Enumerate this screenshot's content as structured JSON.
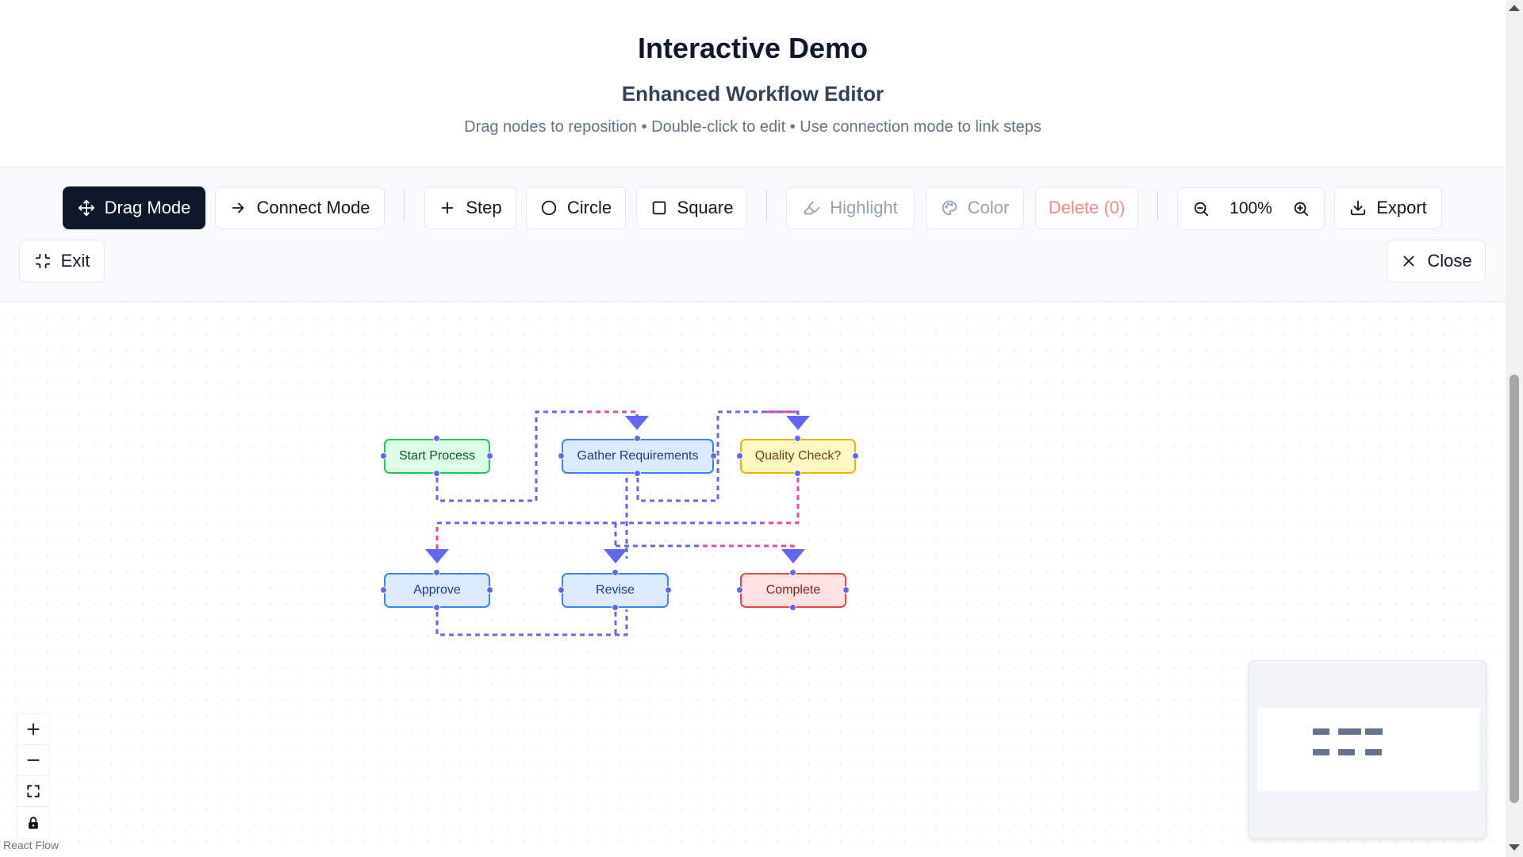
{
  "header": {
    "title": "Interactive Demo",
    "subtitle": "Enhanced Workflow Editor",
    "hint": "Drag nodes to reposition • Double-click to edit • Use connection mode to link steps"
  },
  "toolbar": {
    "drag_mode": "Drag Mode",
    "connect_mode": "Connect Mode",
    "step": "Step",
    "circle": "Circle",
    "square": "Square",
    "highlight": "Highlight",
    "color": "Color",
    "delete": "Delete (0)",
    "zoom_level": "100%",
    "export": "Export",
    "exit": "Exit",
    "close": "Close"
  },
  "nodes": {
    "start": "Start Process",
    "gather": "Gather Requirements",
    "quality": "Quality Check?",
    "approve": "Approve",
    "revise": "Revise",
    "complete": "Complete"
  },
  "colors": {
    "edge_purple": "#6366f1",
    "edge_pink": "#ec4899",
    "active_button": "#0f172a"
  },
  "attribution": "React Flow"
}
